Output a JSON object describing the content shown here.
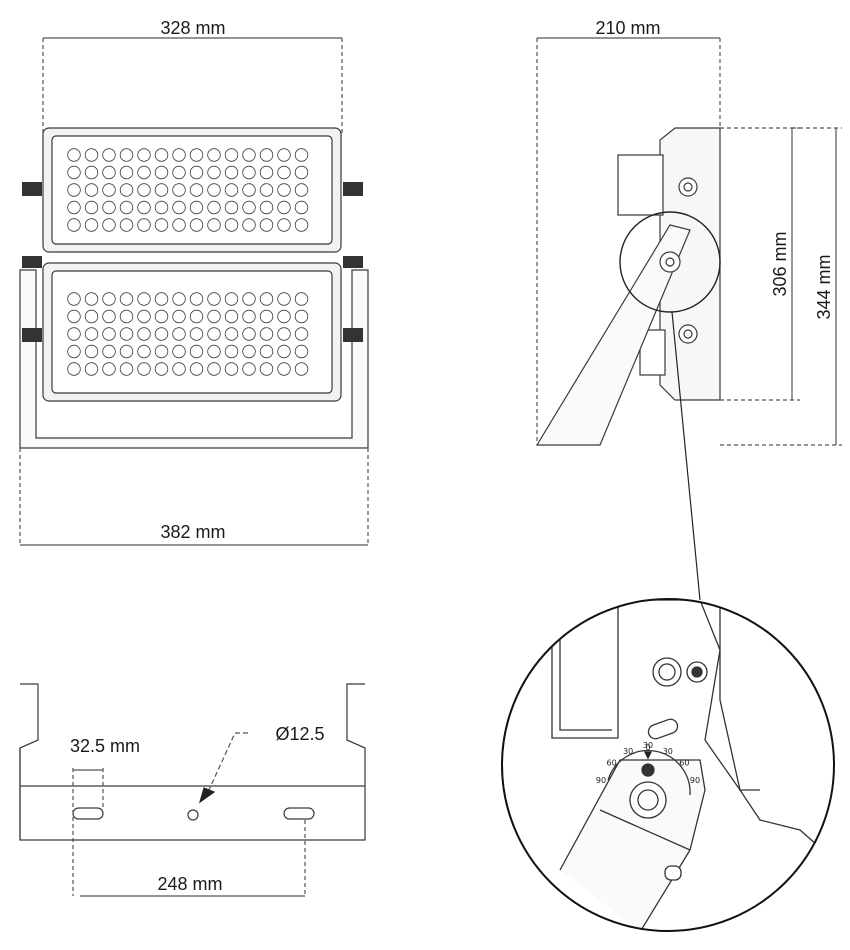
{
  "dimensions": {
    "front_panel_width": "328 mm",
    "bracket_width": "382 mm",
    "side_depth": "210 mm",
    "side_height_inner": "306 mm",
    "side_height_outer": "344 mm",
    "slot_width": "32.5 mm",
    "hole_diameter": "Ø12.5",
    "slot_spacing": "248 mm"
  },
  "tilt_scale": {
    "marker": "30",
    "ticks": [
      "90",
      "60",
      "30",
      "0",
      "30",
      "60",
      "90"
    ]
  },
  "colors": {
    "line": "#3a3a3a",
    "dash": "#555555",
    "led_fill": "#ffffff",
    "panel_fill": "#f2f2f2"
  }
}
